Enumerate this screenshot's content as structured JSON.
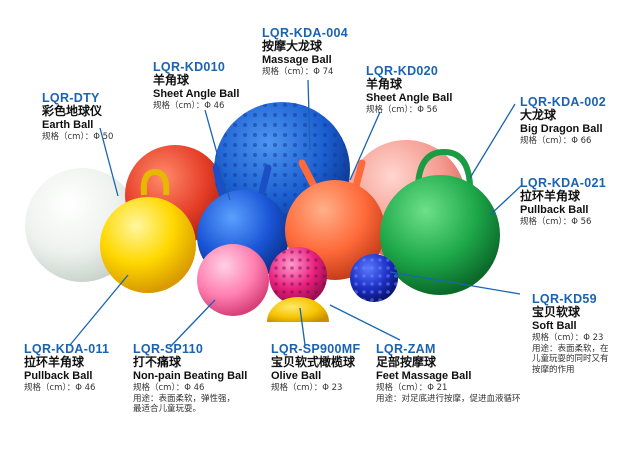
{
  "products": [
    {
      "id": "earth",
      "code": "LQR-DTY",
      "cn": "彩色地球仪",
      "en": "Earth Ball",
      "spec": "规格（cm）：Φ 50"
    },
    {
      "id": "sheet010",
      "code": "LQR-KD010",
      "cn": "羊角球",
      "en": "Sheet Angle Ball",
      "spec": "规格（cm）：Φ 46"
    },
    {
      "id": "massage",
      "code": "LQR-KDA-004",
      "cn": "按摩大龙球",
      "en": "Massage Ball",
      "spec": "规格（cm）：Φ 74"
    },
    {
      "id": "sheet020",
      "code": "LQR-KD020",
      "cn": "羊角球",
      "en": "Sheet Angle Ball",
      "spec": "规格（cm）：Φ 56"
    },
    {
      "id": "dragon",
      "code": "LQR-KDA-002",
      "cn": "大龙球",
      "en": "Big Dragon Ball",
      "spec": "规格（cm）：Φ 66"
    },
    {
      "id": "pull021",
      "code": "LQR-KDA-021",
      "cn": "拉环羊角球",
      "en": "Pullback Ball",
      "spec": "规格（cm）：Φ 56"
    },
    {
      "id": "soft",
      "code": "LQR-KD59",
      "cn": "宝贝软球",
      "en": "Soft Ball",
      "spec": "规格（cm）：Φ 23",
      "use": [
        "用途：表面柔软，在",
        "儿童玩耍的同时又有",
        "按摩的作用"
      ]
    },
    {
      "id": "pull011",
      "code": "LQR-KDA-011",
      "cn": "拉环羊角球",
      "en": "Pullback Ball",
      "spec": "规格（cm）：Φ 46"
    },
    {
      "id": "nonpain",
      "code": "LQR-SP110",
      "cn": "打不痛球",
      "en": "Non-pain Beating Ball",
      "spec": "规格（cm）：Φ 46",
      "use": [
        "用途：表面柔软，弹性强，",
        "最适合儿童玩耍。"
      ]
    },
    {
      "id": "olive",
      "code": "LQR-SP900MF",
      "cn": "宝贝软式橄榄球",
      "en": "Olive Ball",
      "spec": "规格（cm）：Φ 23"
    },
    {
      "id": "feet",
      "code": "LQR-ZAM",
      "cn": "足部按摩球",
      "en": "Feet Massage Ball",
      "spec": "规格（cm）：Φ 21",
      "use": [
        "用途：对足底进行按摩，促进血液循环"
      ]
    }
  ],
  "colors": {
    "code": "#1a63b3",
    "leader": "#1a63b3"
  }
}
